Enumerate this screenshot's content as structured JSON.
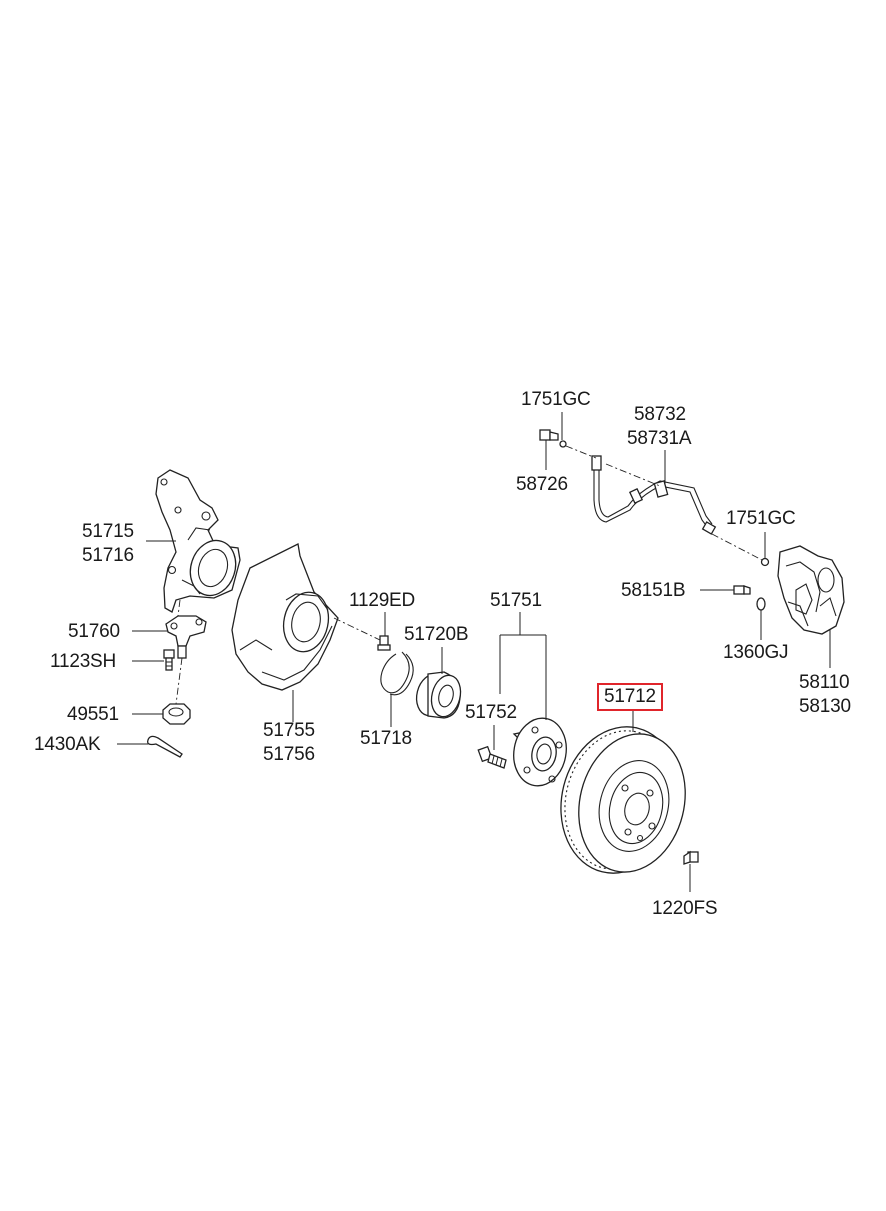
{
  "diagram": {
    "parts": {
      "p1751gc_top": "1751GC",
      "p58732": "58732",
      "p58731a": "58731A",
      "p58726": "58726",
      "p1751gc_right": "1751GC",
      "p58151b": "58151B",
      "p1360gj": "1360GJ",
      "p58110": "58110",
      "p58130": "58130",
      "p51715": "51715",
      "p51716": "51716",
      "p51760": "51760",
      "p1123sh": "1123SH",
      "p49551": "49551",
      "p1430ak": "1430AK",
      "p51755": "51755",
      "p51756": "51756",
      "p1129ed": "1129ED",
      "p51718": "51718",
      "p51720b": "51720B",
      "p51751": "51751",
      "p51752": "51752",
      "p51712": "51712",
      "p1220fs": "1220FS"
    },
    "highlight_color": "#e0252b"
  }
}
